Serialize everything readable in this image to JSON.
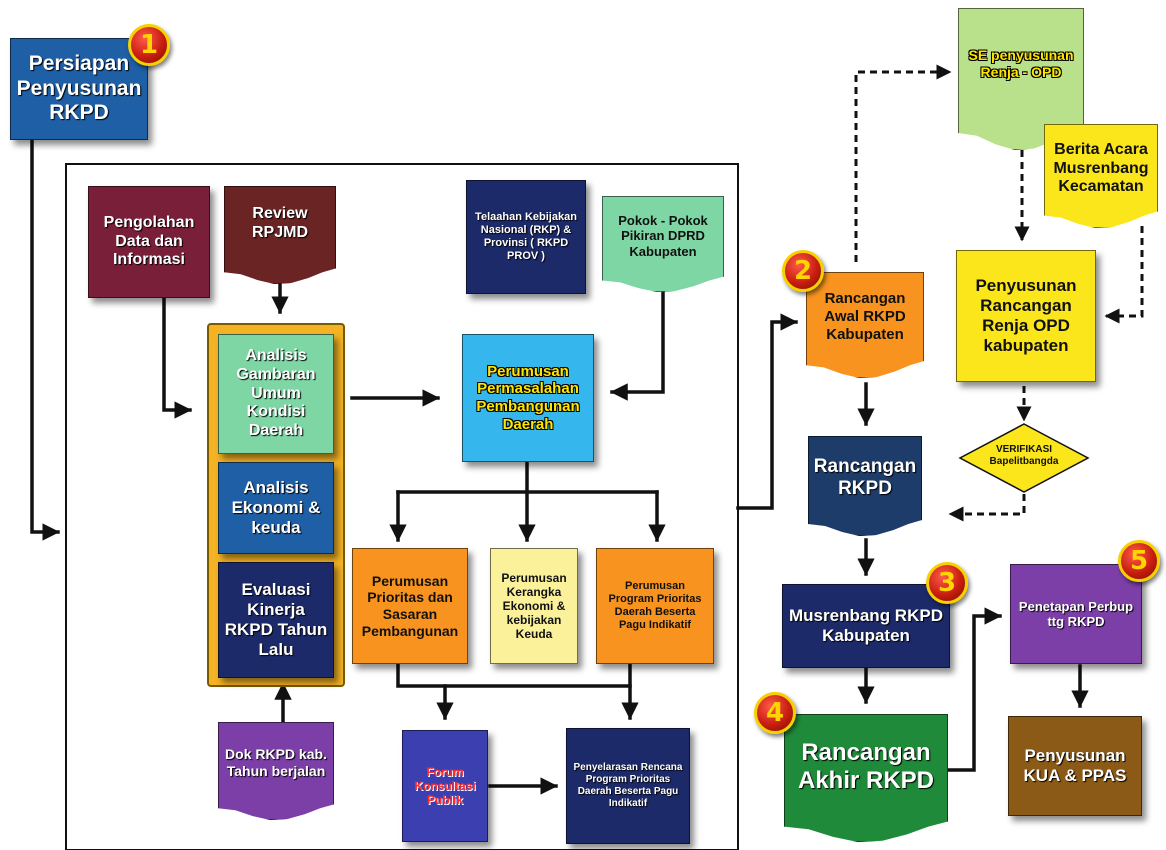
{
  "steps": {
    "s1": "1",
    "s2": "2",
    "s3": "3",
    "s4": "4",
    "s5": "5"
  },
  "nodes": {
    "persiapan": "Persiapan Penyusunan RKPD",
    "pengolahan": "Pengolahan Data dan Informasi",
    "review": "Review RPJMD",
    "telaahan": "Telaahan Kebijakan Nasional (RKP) & Provinsi ( RKPD PROV )",
    "pokok": "Pokok - Pokok Pikiran DPRD Kabupaten",
    "analisis_gambaran": "Analisis Gambaran Umum Kondisi Daerah",
    "analisis_ekonomi": "Analisis Ekonomi & keuda",
    "evaluasi": "Evaluasi Kinerja RKPD Tahun Lalu",
    "perumusan_masalah": "Perumusan Permasalahan Pembangunan Daerah",
    "prioritas_sasaran": "Perumusan Prioritas dan Sasaran Pembangunan",
    "kerangka": "Perumusan Kerangka Ekonomi & kebijakan Keuda",
    "program": "Perumusan Program Prioritas Daerah Beserta Pagu Indikatif",
    "dok_rkpd": "Dok RKPD kab. Tahun berjalan",
    "forum": "Forum Konsultasi Publik",
    "penyelarasan": "Penyelarasan Rencana Program Prioritas Daerah Beserta Pagu Indikatif",
    "se_renja": "SE penyusunan Renja - OPD",
    "berita_acara": "Berita Acara Musrenbang Kecamatan",
    "rancangan_awal": "Rancangan Awal RKPD Kabupaten",
    "penyusunan_renja": "Penyusunan Rancangan Renja OPD kabupaten",
    "verifikasi": "VERIFIKASI Bapelitbangda",
    "rancangan_rkpd": "Rancangan RKPD",
    "musrenbang": "Musrenbang RKPD Kabupaten",
    "penetapan": "Penetapan Perbup ttg RKPD",
    "rancangan_akhir": "Rancangan Akhir RKPD",
    "kua_ppas": "Penyusunan KUA & PPAS"
  },
  "colors": {
    "blue_dark": "#1f5fa6",
    "navy": "#1d2a6a",
    "maroon": "#7a1f3a",
    "brown_red": "#6b2424",
    "mint_green": "#7ed6a4",
    "teal_green": "#5fc08a",
    "sky_blue": "#35b7ee",
    "orange": "#f7931e",
    "pale_yellow": "#fbf19b",
    "light_green": "#b9e08a",
    "yellow": "#fbe61c",
    "purple": "#7c3fa8",
    "green_dark": "#1f8a3a",
    "olive_brown": "#8a5a16",
    "gold_panel": "#f4b324",
    "badge_red": "#d0261a"
  }
}
